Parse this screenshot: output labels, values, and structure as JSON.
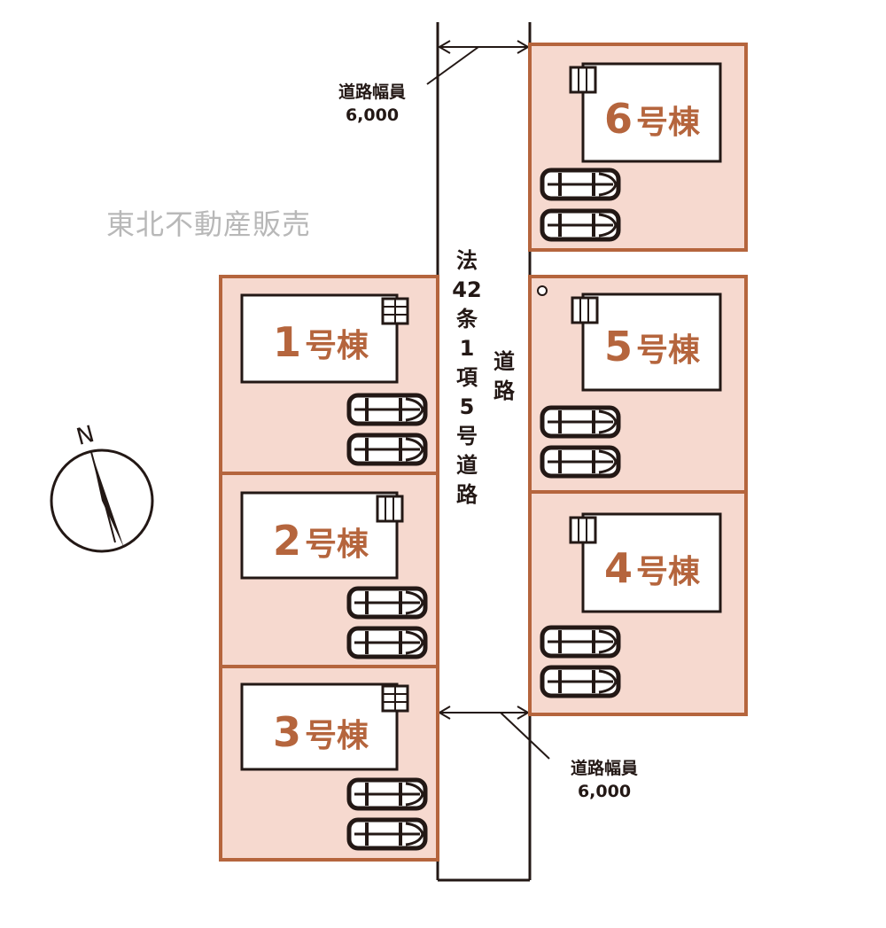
{
  "watermark": "東北不動産販売",
  "road": {
    "label_left_lines": [
      "法",
      "42",
      "条",
      "1",
      "項",
      "5",
      "号",
      "道",
      "路"
    ],
    "label_right_lines": [
      "道",
      "路"
    ]
  },
  "road_width_top": {
    "title": "道路幅員",
    "value": "6,000"
  },
  "road_width_bottom": {
    "title": "道路幅員",
    "value": "6,000"
  },
  "compass": {
    "label": "N"
  },
  "lots": [
    {
      "id": "1",
      "num": "1",
      "suffix": "号棟"
    },
    {
      "id": "2",
      "num": "2",
      "suffix": "号棟"
    },
    {
      "id": "3",
      "num": "3",
      "suffix": "号棟"
    },
    {
      "id": "4",
      "num": "4",
      "suffix": "号棟"
    },
    {
      "id": "5",
      "num": "5",
      "suffix": "号棟"
    },
    {
      "id": "6",
      "num": "6",
      "suffix": "号棟"
    }
  ],
  "colors": {
    "lot_fill": "#f6d9cf",
    "lot_border": "#b5653d",
    "label_text": "#b5653d",
    "line": "#231815",
    "house_fill": "#ffffff"
  }
}
